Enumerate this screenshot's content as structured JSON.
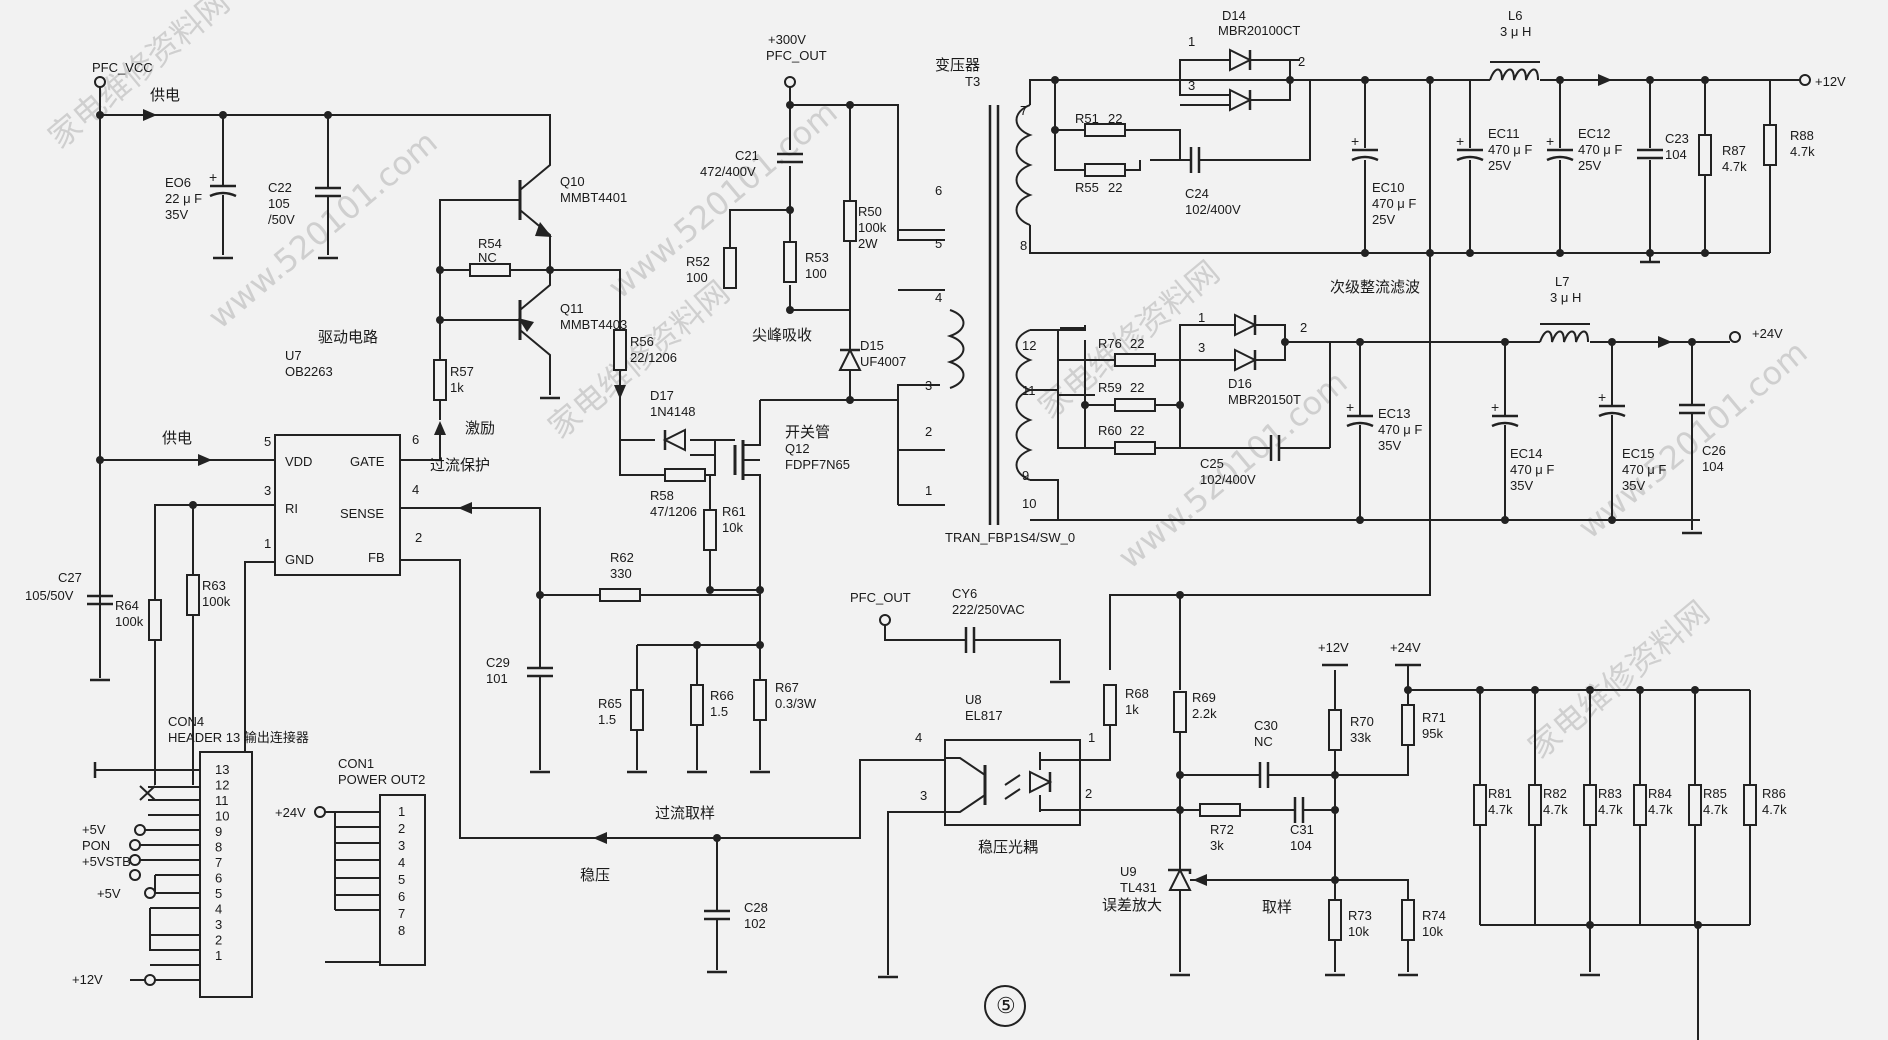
{
  "figure_number": "⑤",
  "watermarks": [
    "家电维修资料网",
    "www.520101.com",
    "家电维修资料网",
    "www.520101.com",
    "家电维修资料网",
    "www.520101.com",
    "家电维修资料网",
    "www.520101.com"
  ],
  "nets": {
    "pfc_vcc": "PFC_VCC",
    "supply1": "供电",
    "supply2": "供电",
    "v300": "+300V",
    "pfc_out": "PFC_OUT",
    "pfc_out2": "PFC_OUT",
    "out12": "+12V",
    "out24": "+24V",
    "rail12": "+12V",
    "rail24": "+24V"
  },
  "notes": {
    "excite": "激励",
    "ocp": "过流保护",
    "spike": "尖峰吸收",
    "switch": "开关管",
    "oc_sample": "过流取样",
    "regulate": "稳压",
    "optocoupler": "稳压光耦",
    "error_amp": "误差放大",
    "sample": "取样",
    "rectify": "次级整流滤波",
    "transformer": "变压器"
  },
  "ic": {
    "title": "驱动电路",
    "ref": "U7",
    "part": "OB2263",
    "pins": {
      "vdd": "VDD",
      "gate": "GATE",
      "ri": "RI",
      "sense": "SENSE",
      "gnd": "GND",
      "fb": "FB",
      "n5": "5",
      "n6": "6",
      "n3": "3",
      "n4": "4",
      "n1": "1",
      "n2": "2"
    }
  },
  "parts": {
    "eo6": [
      "EO6",
      "22 μ F",
      "35V"
    ],
    "c22": [
      "C22",
      "105",
      "/50V"
    ],
    "c27": [
      "C27",
      "105/50V"
    ],
    "r64": [
      "R64",
      "100k"
    ],
    "r63": [
      "R63",
      "100k"
    ],
    "q10": [
      "Q10",
      "MMBT4401"
    ],
    "q11": [
      "Q11",
      "MMBT4403"
    ],
    "r54": [
      "R54",
      "NC"
    ],
    "r57": [
      "R57",
      "1k"
    ],
    "r56": [
      "R56",
      "22/1206"
    ],
    "d17": [
      "D17",
      "1N4148"
    ],
    "r58": [
      "R58",
      "47/1206"
    ],
    "c21": [
      "C21",
      "472/400V"
    ],
    "r52": [
      "R52",
      "100"
    ],
    "r53": [
      "R53",
      "100"
    ],
    "r50": [
      "R50",
      "100k",
      "2W"
    ],
    "d15": [
      "D15",
      "UF4007"
    ],
    "q12": [
      "Q12",
      "FDPF7N65"
    ],
    "r61": [
      "R61",
      "10k"
    ],
    "r62": [
      "R62",
      "330"
    ],
    "c29": [
      "C29",
      "101"
    ],
    "r65": [
      "R65",
      "1.5"
    ],
    "r66": [
      "R66",
      "1.5"
    ],
    "r67": [
      "R67",
      "0.3/3W"
    ],
    "t3": [
      "T3",
      "TRAN_FBP1S4/SW_0"
    ],
    "d14": [
      "D14",
      "MBR20100CT"
    ],
    "r51": [
      "R51",
      "22"
    ],
    "r55": [
      "R55",
      "22"
    ],
    "c24": [
      "C24",
      "102/400V"
    ],
    "ec10": [
      "EC10",
      "470 μ F",
      "25V"
    ],
    "l6": [
      "L6",
      "3 μ H"
    ],
    "ec11": [
      "EC11",
      "470 μ F",
      "25V"
    ],
    "ec12": [
      "EC12",
      "470 μ F",
      "25V"
    ],
    "c23": [
      "C23",
      "104"
    ],
    "r87": [
      "R87",
      "4.7k"
    ],
    "r88": [
      "R88",
      "4.7k"
    ],
    "d16": [
      "D16",
      "MBR20150T"
    ],
    "r76": [
      "R76",
      "22"
    ],
    "r59": [
      "R59",
      "22"
    ],
    "r60": [
      "R60",
      "22"
    ],
    "c25": [
      "C25",
      "102/400V"
    ],
    "ec13": [
      "EC13",
      "470 μ F",
      "35V"
    ],
    "l7": [
      "L7",
      "3 μ H"
    ],
    "ec14": [
      "EC14",
      "470 μ F",
      "35V"
    ],
    "ec15": [
      "EC15",
      "470 μ F",
      "35V"
    ],
    "c26": [
      "C26",
      "104"
    ],
    "cy6": [
      "CY6",
      "222/250VAC"
    ],
    "u8": [
      "U8",
      "EL817"
    ],
    "r68": [
      "R68",
      "1k"
    ],
    "r69": [
      "R69",
      "2.2k"
    ],
    "c30": [
      "C30",
      "NC"
    ],
    "r70": [
      "R70",
      "33k"
    ],
    "r71": [
      "R71",
      "95k"
    ],
    "r72": [
      "R72",
      "3k"
    ],
    "c31": [
      "C31",
      "104"
    ],
    "u9": [
      "U9",
      "TL431"
    ],
    "r73": [
      "R73",
      "10k"
    ],
    "r74": [
      "R74",
      "10k"
    ],
    "c28": [
      "C28",
      "102"
    ],
    "r81": [
      "R81",
      "4.7k"
    ],
    "r82": [
      "R82",
      "4.7k"
    ],
    "r83": [
      "R83",
      "4.7k"
    ],
    "r84": [
      "R84",
      "4.7k"
    ],
    "r85": [
      "R85",
      "4.7k"
    ],
    "r86": [
      "R86",
      "4.7k"
    ]
  },
  "pin_numbers": {
    "t_6": "6",
    "t_5": "5",
    "t_4": "4",
    "t_3": "3",
    "t_2": "2",
    "t_1": "1",
    "t_7": "7",
    "t_8": "8",
    "t_12": "12",
    "t_11": "11",
    "t_9": "9",
    "t_10": "10",
    "d14_1": "1",
    "d14_2": "2",
    "d14_3": "3",
    "d16_1": "1",
    "d16_2": "2",
    "d16_3": "3",
    "u8_1": "1",
    "u8_2": "2",
    "u8_3": "3",
    "u8_4": "4"
  },
  "con4": {
    "ref": "CON4",
    "title": "HEADER 13 输出连接器",
    "pins": [
      "13",
      "12",
      "11",
      "10",
      "9",
      "8",
      "7",
      "6",
      "5",
      "4",
      "3",
      "2",
      "1"
    ],
    "labels": {
      "p5v": "+5V",
      "pon": "PON",
      "p5vstb": "+5VSTB",
      "p5v_b": "+5V",
      "p12v": "+12V"
    }
  },
  "con1": {
    "ref": "CON1",
    "title": "POWER OUT2",
    "pins": [
      "1",
      "2",
      "3",
      "4",
      "5",
      "6",
      "7",
      "8"
    ],
    "label": "+24V"
  }
}
